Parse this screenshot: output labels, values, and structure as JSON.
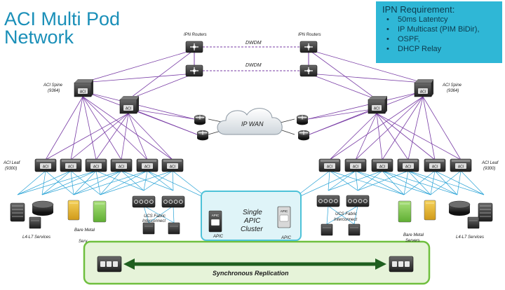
{
  "title_line1": "ACI Multi Pod",
  "title_line2": "Network",
  "ipn": {
    "heading": "IPN Requirement:",
    "items": [
      "50ms Latentcy",
      "IP Multicast (PIM BiDir),",
      "OSPF,",
      "DHCP Relay"
    ]
  },
  "labels": {
    "ipn_routers": "IPN Routers",
    "dwdm": "DWDM",
    "ip_wan": "IP WAN",
    "aci_spine": "ACI Spine",
    "spine_model": "(9364)",
    "aci_leaf": "ACI Leaf",
    "leaf_model": "(9300)",
    "l4l7": "L4-L7 Services",
    "bare_metal": "Bare Metal",
    "servers": "Servers",
    "servers_cut": "Serv",
    "ucs_fabric": "UCS Fabric",
    "interconnect": "Interconnect",
    "single": "Single",
    "apic_word": "APIC",
    "cluster": "Cluster",
    "apic": "APIC",
    "aci_badge": "ACI",
    "sync_replication": "Synchronous Replication"
  },
  "colors": {
    "title": "#1a8fb8",
    "req_box": "#2fb7d6",
    "spine_link": "#7a3ea6",
    "access_link": "#29a3d6",
    "apic_box": "#4ec2d8",
    "apic_fill": "#dff4f8",
    "replication_border": "#6fbf3e",
    "replication_fill": "#e6f3d9",
    "arrow": "#1f5f1f"
  },
  "icons": [
    "router-icon",
    "switch-icon",
    "firewall-icon",
    "load-balancer-icon",
    "server-icon",
    "storage-icon",
    "cloud-icon"
  ]
}
